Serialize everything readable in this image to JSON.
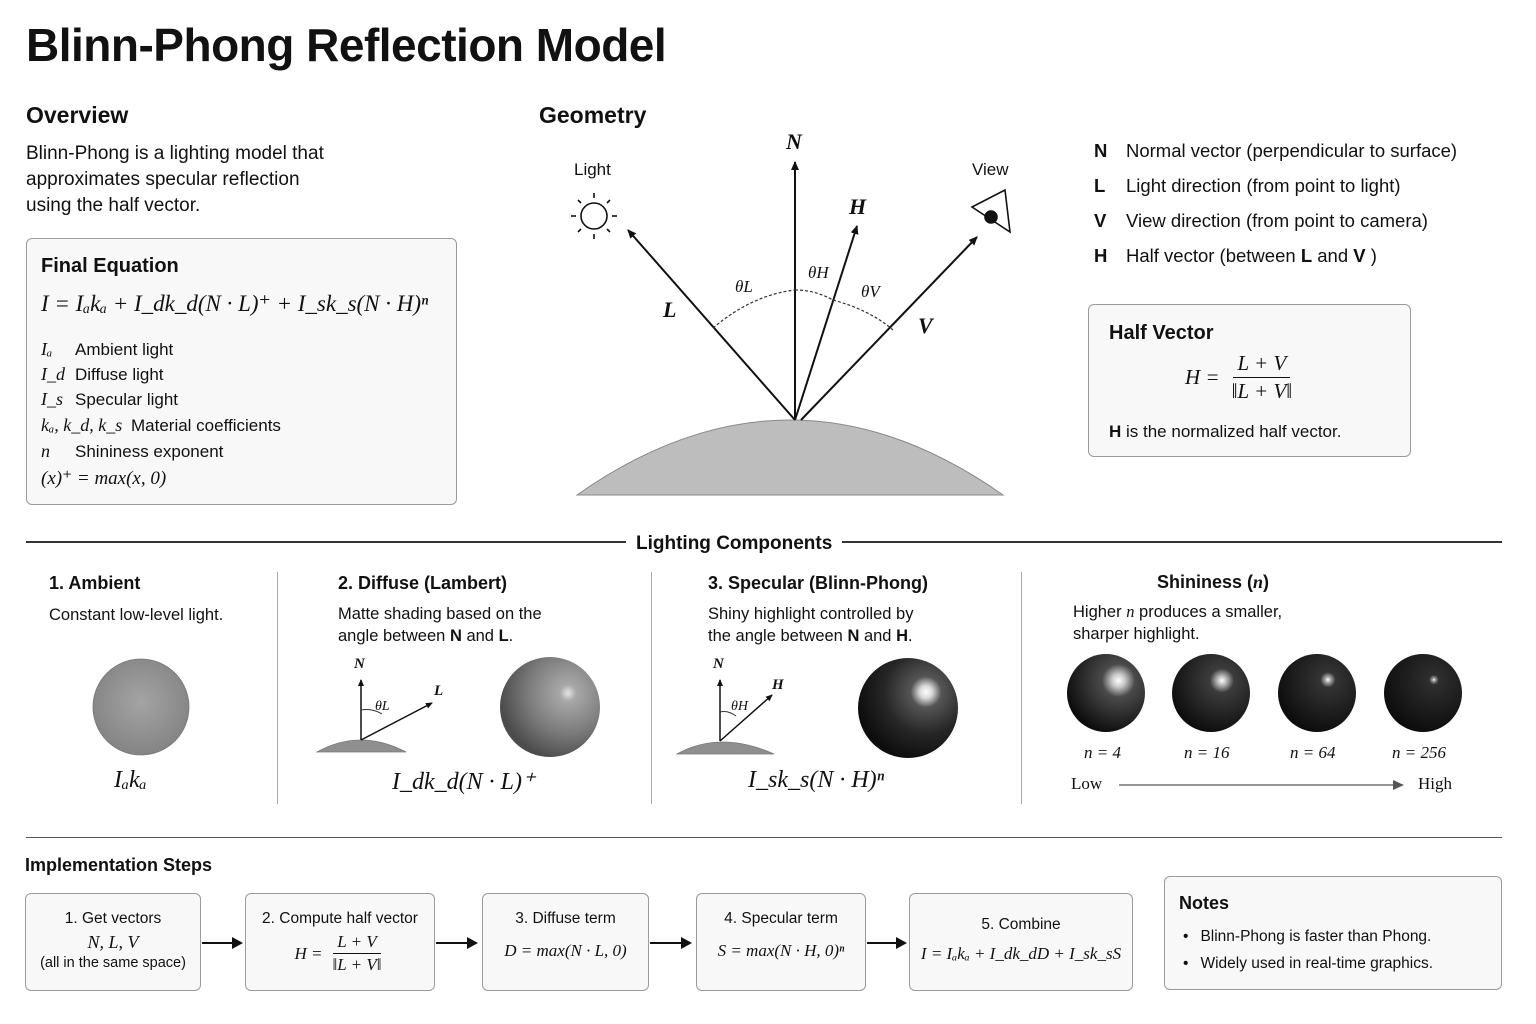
{
  "title": "Blinn-Phong Reflection Model",
  "overview": {
    "heading": "Overview",
    "lines": [
      "Blinn-Phong is a lighting model that",
      "approximates specular reflection",
      "using the half vector."
    ]
  },
  "final_equation": {
    "heading": "Final Equation",
    "equation": "I = Iₐkₐ + I_dk_d(N · L)⁺ + I_sk_s(N · H)ⁿ",
    "vars": [
      {
        "sym": "Iₐ",
        "label": "Ambient light"
      },
      {
        "sym": "I_d",
        "label": "Diffuse light"
      },
      {
        "sym": "I_s",
        "label": "Specular light"
      },
      {
        "sym": "kₐ, k_d, k_s",
        "label": "Material coefficients"
      },
      {
        "sym": "n",
        "label": "Shininess exponent"
      }
    ],
    "clamp": "(x)⁺ = max(x, 0)"
  },
  "geometry": {
    "heading": "Geometry",
    "light_label": "Light",
    "view_label": "View",
    "vec_N": "N",
    "vec_L": "L",
    "vec_H": "H",
    "vec_V": "V",
    "theta_L": "θL",
    "theta_H": "θH",
    "theta_V": "θV"
  },
  "legend": [
    {
      "key": "N",
      "text": "Normal vector (perpendicular to surface)"
    },
    {
      "key": "L",
      "text": "Light direction (from point to light)"
    },
    {
      "key": "V",
      "text": "View direction (from point to camera)"
    },
    {
      "key": "H",
      "pre": "Half vector (between ",
      "b1": "L",
      "mid": " and ",
      "b2": "V",
      "post": " )"
    }
  ],
  "half_vector": {
    "heading": "Half Vector",
    "lhs": "H =",
    "num": "L + V",
    "den": "‖L + V‖",
    "note_bold": "H",
    "note": " is the normalized half vector."
  },
  "lighting_components": {
    "label": "Lighting Components",
    "ambient": {
      "title": "1. Ambient",
      "desc": "Constant low-level light.",
      "formula": "Iₐkₐ"
    },
    "diffuse": {
      "title": "2. Diffuse (Lambert)",
      "desc1": "Matte shading based on the",
      "desc2_pre": "angle between ",
      "b1": "N",
      "mid": " and ",
      "b2": "L",
      "post": ".",
      "formula": "I_dk_d(N · L)⁺",
      "N": "N",
      "L": "L",
      "theta": "θL"
    },
    "specular": {
      "title": "3. Specular (Blinn-Phong)",
      "desc1": "Shiny highlight controlled by",
      "desc2_pre": "the angle between ",
      "b1": "N",
      "mid": " and ",
      "b2": "H",
      "post": ".",
      "formula": "I_sk_s(N · H)ⁿ",
      "N": "N",
      "H": "H",
      "theta": "θH"
    },
    "shininess": {
      "title_pre": "Shininess (",
      "title_n": "n",
      "title_post": ")",
      "desc1_pre": "Higher ",
      "desc1_n": "n",
      "desc1_post": " produces a smaller,",
      "desc2": "sharper highlight.",
      "spheres": [
        "n = 4",
        "n = 16",
        "n = 64",
        "n = 256"
      ],
      "low": "Low",
      "high": "High"
    }
  },
  "implementation": {
    "heading": "Implementation Steps",
    "steps": [
      {
        "title": "1. Get vectors",
        "eq": "N, L, V",
        "note": "(all in the same space)"
      },
      {
        "title": "2. Compute half vector",
        "lhs": "H =",
        "num": "L + V",
        "den": "‖L + V‖"
      },
      {
        "title": "3. Diffuse term",
        "eq": "D = max(N · L, 0)"
      },
      {
        "title": "4. Specular term",
        "eq": "S = max(N · H, 0)ⁿ"
      },
      {
        "title": "5. Combine",
        "eq": "I = Iₐkₐ + I_dk_dD + I_sk_sS"
      }
    ],
    "notes": {
      "heading": "Notes",
      "items": [
        "Blinn-Phong is faster than Phong.",
        "Widely used in real-time graphics."
      ]
    }
  }
}
